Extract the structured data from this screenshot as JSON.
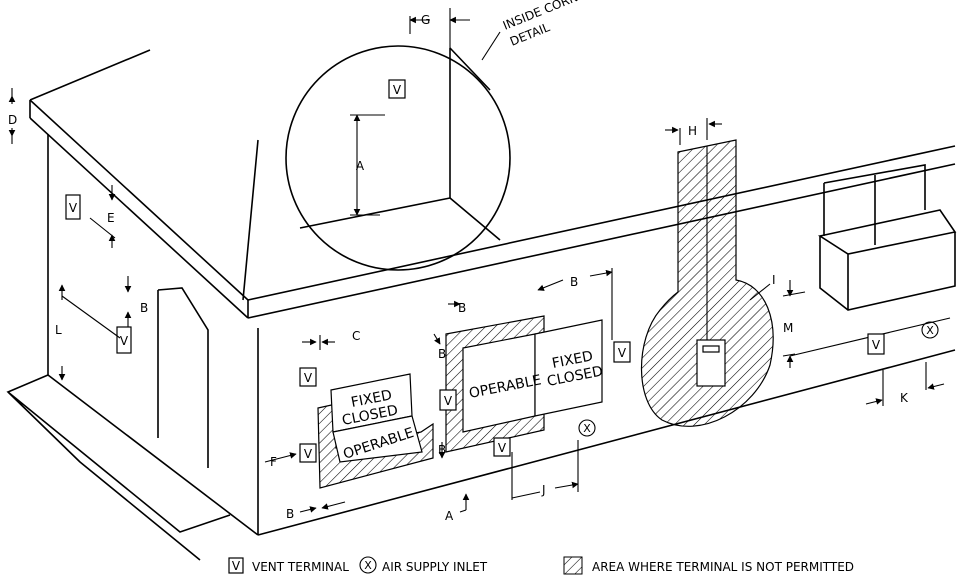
{
  "letters": {
    "A": "A",
    "B": "B",
    "C": "C",
    "D": "D",
    "E": "E",
    "F": "F",
    "G": "G",
    "H": "H",
    "I": "I",
    "J": "J",
    "K": "K",
    "L": "L",
    "M": "M"
  },
  "vent_symbol": "V",
  "air_symbol": "X",
  "inside_corner_line1": "INSIDE CORNER",
  "inside_corner_line2": "DETAIL",
  "window_labels": {
    "fixed": "FIXED",
    "closed": "CLOSED",
    "operable": "OPERABLE"
  },
  "legend": {
    "vent_terminal": "VENT TERMINAL",
    "air_supply_inlet": "AIR SUPPLY INLET",
    "not_permitted": "AREA WHERE TERMINAL IS NOT PERMITTED"
  },
  "colors": {
    "line": "#000000",
    "background": "#ffffff"
  }
}
